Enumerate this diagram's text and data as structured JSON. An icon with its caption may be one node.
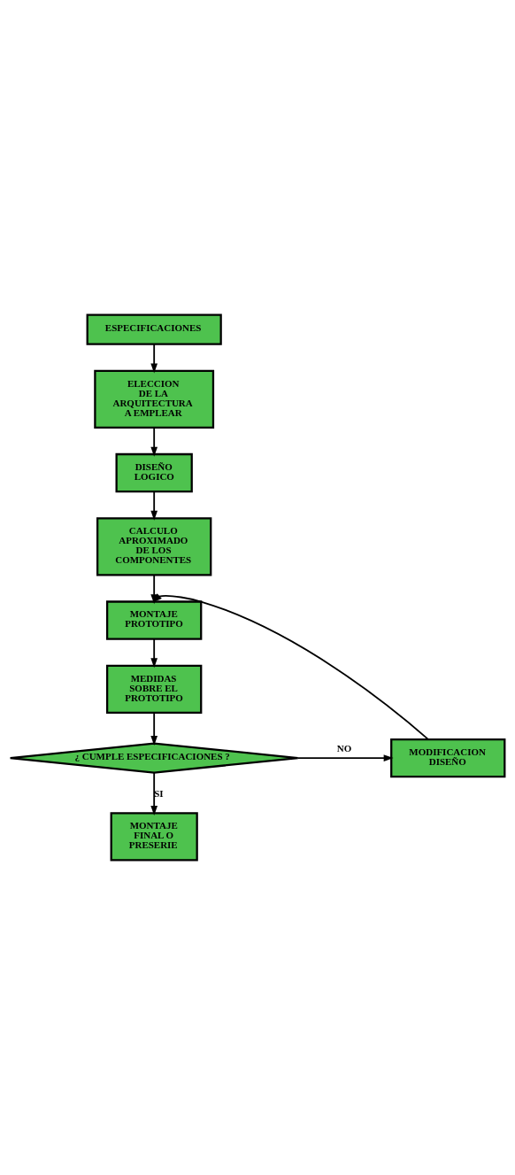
{
  "diagram": {
    "nodes": [
      {
        "text": [
          "ESPECIFICACIONES"
        ]
      },
      {
        "text": [
          "ELECCION DE LA ARQUITECTURA A EMPLEAR"
        ]
      },
      {
        "text": [
          "DISEÑO LOGICO"
        ]
      },
      {
        "text": [
          "CALCULO APROXIMADO DE LOS COMPONENTES"
        ]
      },
      {
        "text": [
          "MONTAJE PROTOTIPO"
        ]
      },
      {
        "text": [
          "MEDIDAS SOBRE EL PROTOTIPO"
        ]
      },
      {
        "text": [
          "¿ CUMPLE ESPECIFICACIONES ?"
        ]
      },
      {
        "text": [
          "MODIFICACION DISEÑO"
        ]
      },
      {
        "text": [
          "MONTAJE FINAL O PRESERIE"
        ]
      }
    ],
    "edges": [
      {
        "from": 0,
        "to": 1,
        "arrow": "to"
      },
      {
        "from": 1,
        "to": 2,
        "arrow": "to"
      },
      {
        "from": 2,
        "to": 3,
        "arrow": "to"
      },
      {
        "from": 3,
        "to": 4,
        "arrow": "to"
      },
      {
        "from": 4,
        "to": 5,
        "arrow": "to"
      },
      {
        "from": 5,
        "to": 6,
        "arrow": "to"
      },
      {
        "from": 6,
        "to": 7,
        "arrow": "to",
        "label": "NO"
      },
      {
        "from": 7,
        "to": 4,
        "arrow": "to"
      },
      {
        "from": 6,
        "to": 8,
        "arrow": "to",
        "label": "SI"
      }
    ]
  }
}
